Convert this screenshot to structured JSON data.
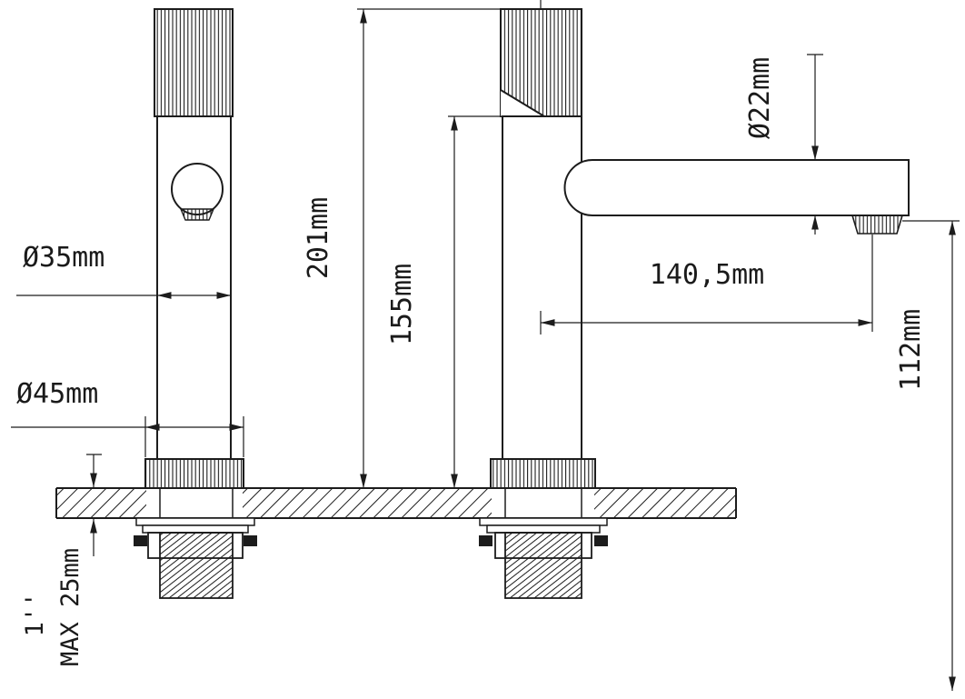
{
  "drawing": {
    "title": "Basin mixer tap technical drawing",
    "line_color": "#1c1c1c",
    "background": "#ffffff",
    "dimensions": {
      "body_dia": "Ø35mm",
      "flange_dia": "Ø45mm",
      "total_height": "201mm",
      "body_height": "155mm",
      "spout_dia": "Ø22mm",
      "spout_reach": "140,5mm",
      "spout_height": "112mm",
      "deck_max": "MAX 25mm",
      "thread_size": "1''"
    }
  }
}
